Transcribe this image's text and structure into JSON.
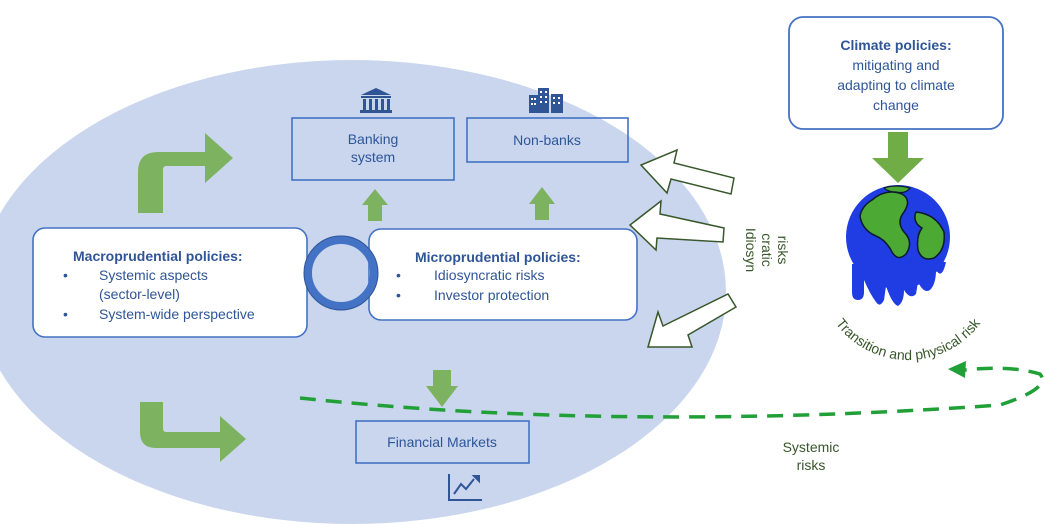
{
  "climate": {
    "title": "Climate policies:",
    "line1": "mitigating and",
    "line2": "adapting to climate",
    "line3": "change"
  },
  "banking": {
    "line1": "Banking",
    "line2": "system"
  },
  "nonbanks": {
    "label": "Non-banks"
  },
  "macro": {
    "title": "Macroprudential policies:",
    "bullet": "•",
    "items": [
      "Systemic aspects",
      "(sector-level)",
      "System-wide perspective"
    ]
  },
  "micro": {
    "title": "Microprudential policies:",
    "bullet": "•",
    "items": [
      "Idiosyncratic risks",
      "Investor protection"
    ]
  },
  "markets": {
    "label": "Financial Markets"
  },
  "idiosyncratic": {
    "line1": "Idiosyn",
    "line2": "cratic",
    "line3": "risks"
  },
  "transition": {
    "label": "Transition and physical risk"
  },
  "systemic": {
    "line1": "Systemic",
    "line2": "risks"
  },
  "icons": [
    "bank-building-icon",
    "city-buildings-icon",
    "line-chart-icon",
    "earth-globe-icon"
  ],
  "colors": {
    "ellipse": "#c9d6ee",
    "border": "#4472c4",
    "text_blue": "#2f5597",
    "green": "#70ad47",
    "dashed_green": "#21a038",
    "text_green": "#38572a"
  }
}
